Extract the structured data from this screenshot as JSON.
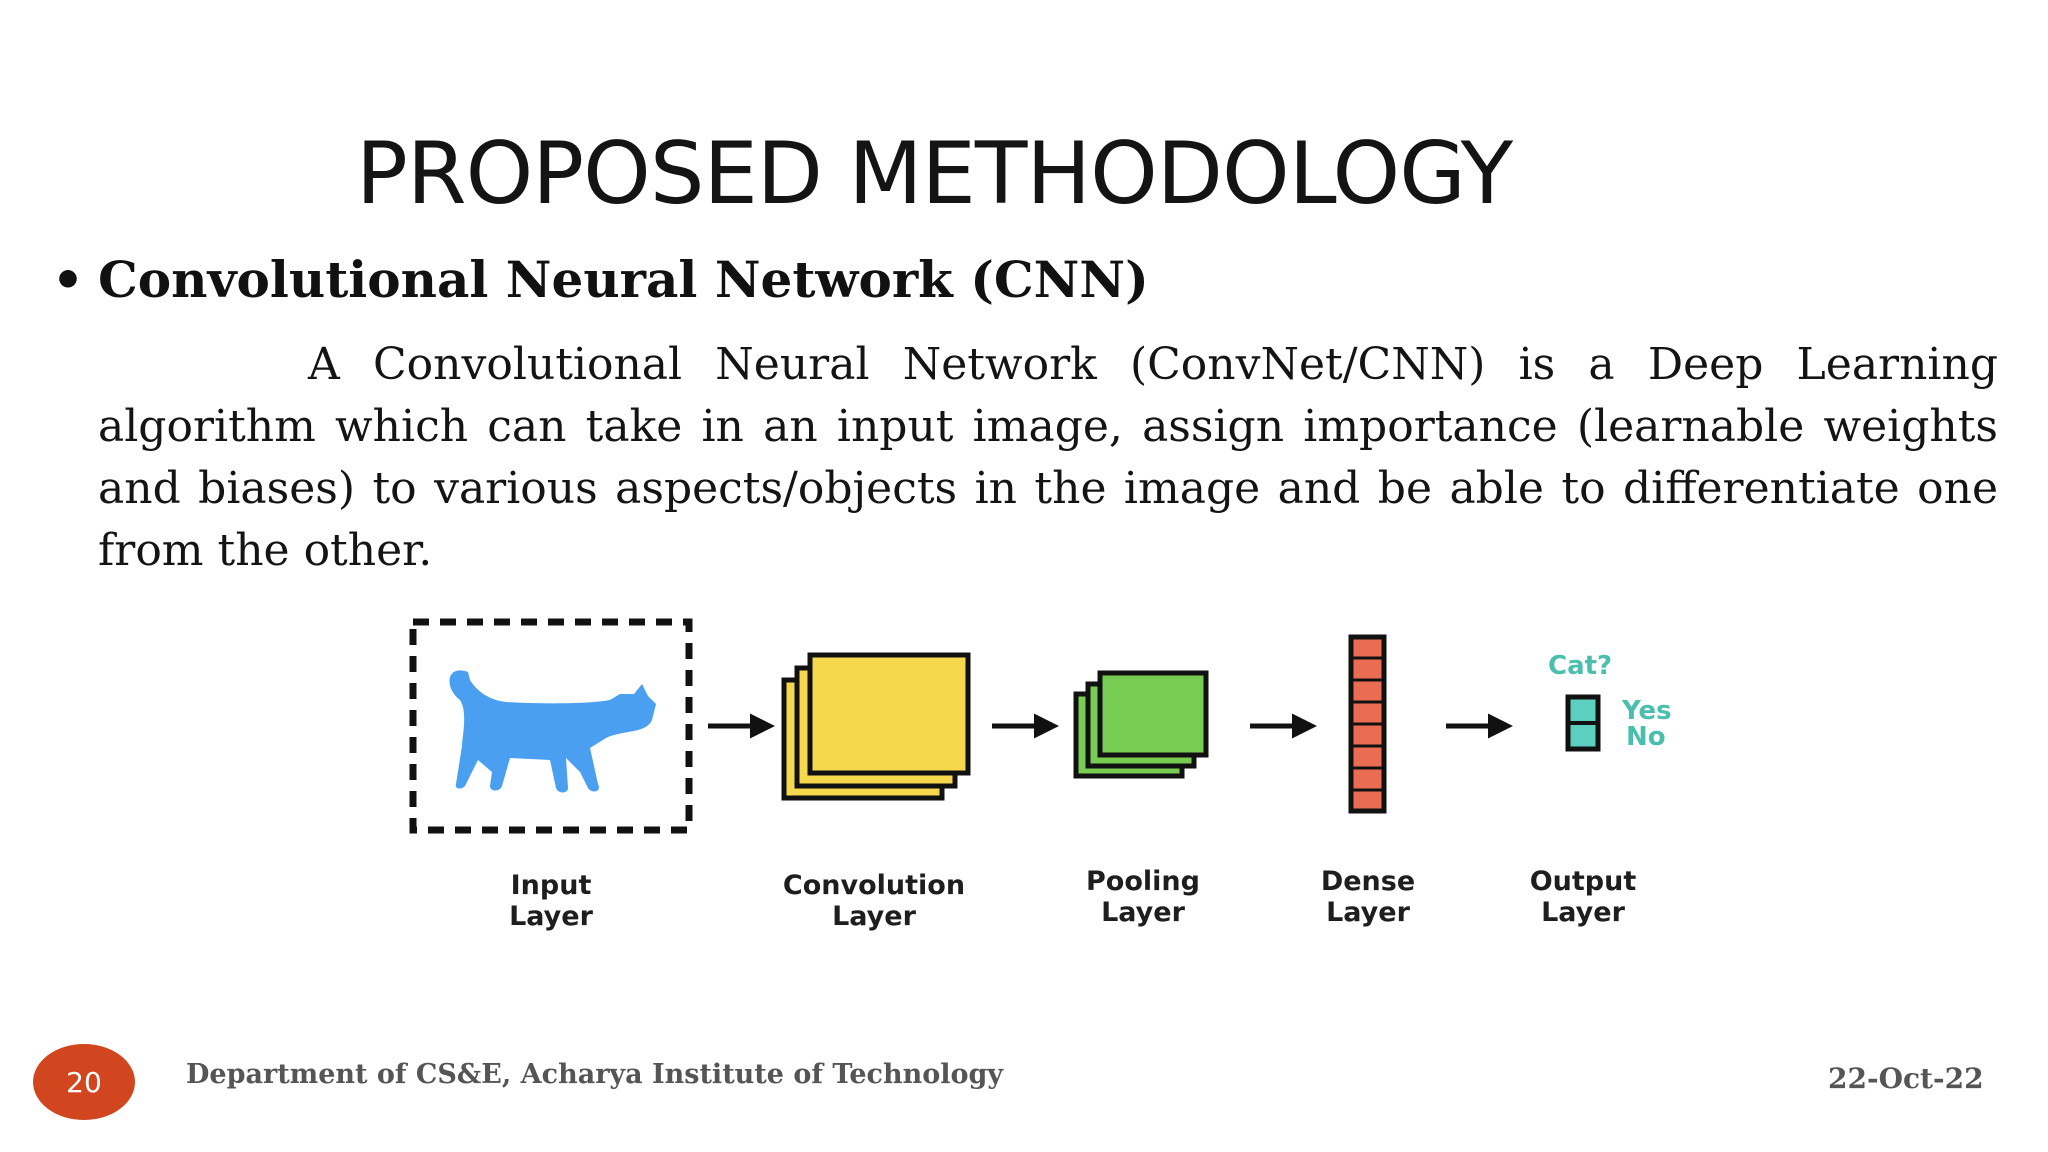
{
  "slide": {
    "title": "PROPOSED METHODOLOGY",
    "bullet": "Convolutional Neural Network (CNN)",
    "paragraph": "A Convolutional Neural Network (ConvNet/CNN) is a Deep Learning algorithm which can take in an input image, assign importance (learnable weights and biases) to various aspects/objects in the image and be able to differentiate one from the other."
  },
  "diagram": {
    "stages": [
      {
        "line1": "Input",
        "line2": "Layer"
      },
      {
        "line1": "Convolution",
        "line2": "Layer"
      },
      {
        "line1": "Pooling",
        "line2": "Layer"
      },
      {
        "line1": "Dense",
        "line2": "Layer"
      },
      {
        "line1": "Output",
        "line2": "Layer"
      }
    ],
    "output_question": "Cat?",
    "output_yes": "Yes",
    "output_no": "No",
    "colors": {
      "cat": "#4a9ff0",
      "convolution": "#f5d84e",
      "pooling": "#79cc52",
      "dense": "#ea6c52",
      "output": "#5ccfc0",
      "badge": "#d2461f"
    }
  },
  "footer": {
    "page_number": "20",
    "department": "Department of CS&E, Acharya Institute of Technology",
    "date": "22-Oct-22"
  }
}
